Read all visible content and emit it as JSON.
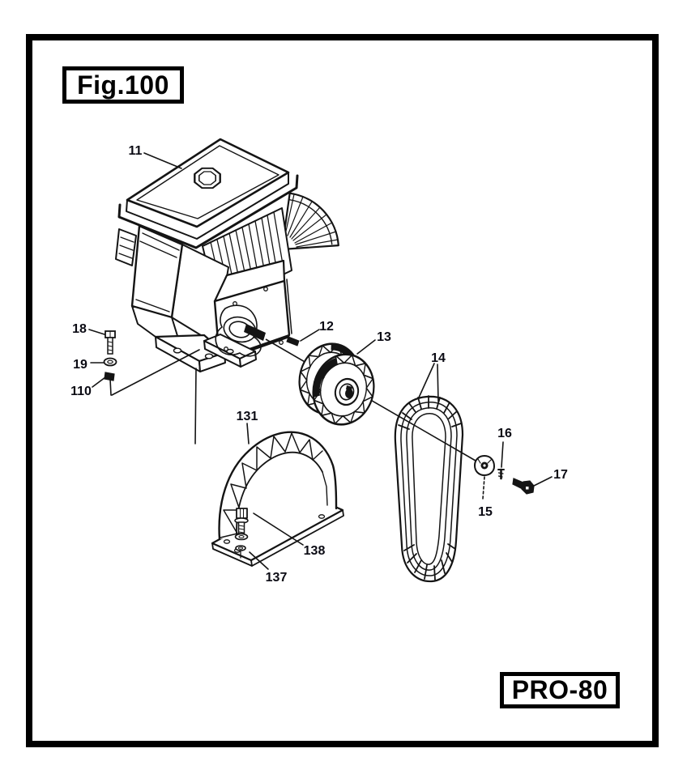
{
  "figure": {
    "fig_label": "Fig.100",
    "model_label": "PRO-80"
  },
  "colors": {
    "ink": "#141414",
    "paper": "#ffffff"
  },
  "parts": [
    {
      "label": "11"
    },
    {
      "label": "12"
    },
    {
      "label": "13"
    },
    {
      "label": "14"
    },
    {
      "label": "15"
    },
    {
      "label": "16"
    },
    {
      "label": "17"
    },
    {
      "label": "18"
    },
    {
      "label": "19"
    },
    {
      "label": "110"
    },
    {
      "label": "131"
    },
    {
      "label": "137"
    },
    {
      "label": "138"
    }
  ]
}
